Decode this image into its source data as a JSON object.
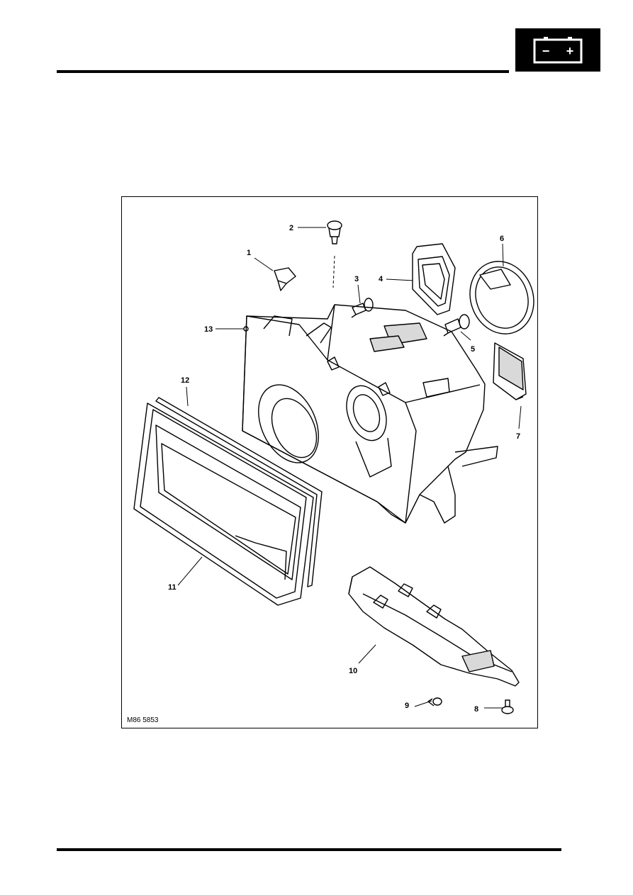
{
  "header": {
    "section_icon": "battery-icon",
    "minus_sign": "−",
    "plus_sign": "+"
  },
  "figure": {
    "reference": "M86 5853",
    "callouts": [
      "1",
      "2",
      "3",
      "4",
      "5",
      "6",
      "7",
      "8",
      "9",
      "10",
      "11",
      "12",
      "13"
    ]
  },
  "colors": {
    "ink": "#000000",
    "paper": "#ffffff",
    "shade": "#d9d9d9"
  }
}
